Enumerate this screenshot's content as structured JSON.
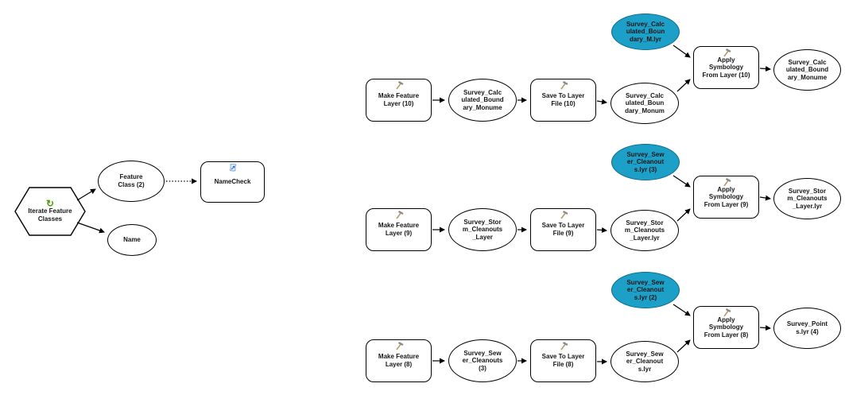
{
  "colors": {
    "background": "#ffffff",
    "node_fill": "#ffffff",
    "node_stroke": "#000000",
    "blue_variable_fill": "#1da0c8",
    "blue_variable_stroke": "#0d6a8c",
    "text": "#151515",
    "iterator_icon_green": "#4e9a06",
    "hammer_handle": "#b89b6a",
    "hammer_head": "#8a8a8a",
    "script_icon_blue": "#2f6fd0"
  },
  "icons": {
    "iterator": "loop-arrow-icon",
    "tool": "hammer-icon",
    "namecheck": "script-scroll-icon"
  },
  "left_group": {
    "iterator_label": "Iterate Feature\nClasses",
    "feature_class_label": "Feature\nClass (2)",
    "name_label": "Name",
    "namecheck_label": "NameCheck"
  },
  "rows": [
    {
      "make_feature_layer": "Make Feature\nLayer (10)",
      "intermediate_layer": "Survey_Calc\nulated_Bound\nary_Monume",
      "save_to_layer_file": "Save To Layer\nFile (10)",
      "saved_lyr": "Survey_Calc\nulated_Boun\ndary_Monum",
      "symbology_lyr": "Survey_Calc\nulated_Boun\ndary_M.lyr",
      "apply_symbology": "Apply\nSymbology\nFrom Layer (10)",
      "output_layer": "Survey_Calc\nulated_Bound\nary_Monume"
    },
    {
      "make_feature_layer": "Make Feature\nLayer (9)",
      "intermediate_layer": "Survey_Stor\nm_Cleanouts\n_Layer",
      "save_to_layer_file": "Save To Layer\nFile (9)",
      "saved_lyr": "Survey_Stor\nm_Cleanouts\n_Layer.lyr",
      "symbology_lyr": "Survey_Sew\ner_Cleanout\ns.lyr (3)",
      "apply_symbology": "Apply\nSymbology\nFrom Layer (9)",
      "output_layer": "Survey_Stor\nm_Cleanouts\n_Layer.lyr"
    },
    {
      "make_feature_layer": "Make Feature\nLayer (8)",
      "intermediate_layer": "Survey_Sew\ner_Cleanouts\n(3)",
      "save_to_layer_file": "Save To Layer\nFile (8)",
      "saved_lyr": "Survey_Sew\ner_Cleanout\ns.lyr",
      "symbology_lyr": "Survey_Sew\ner_Cleanout\ns.lyr (2)",
      "apply_symbology": "Apply\nSymbology\nFrom Layer (8)",
      "output_layer": "Survey_Point\ns.lyr (4)"
    }
  ]
}
